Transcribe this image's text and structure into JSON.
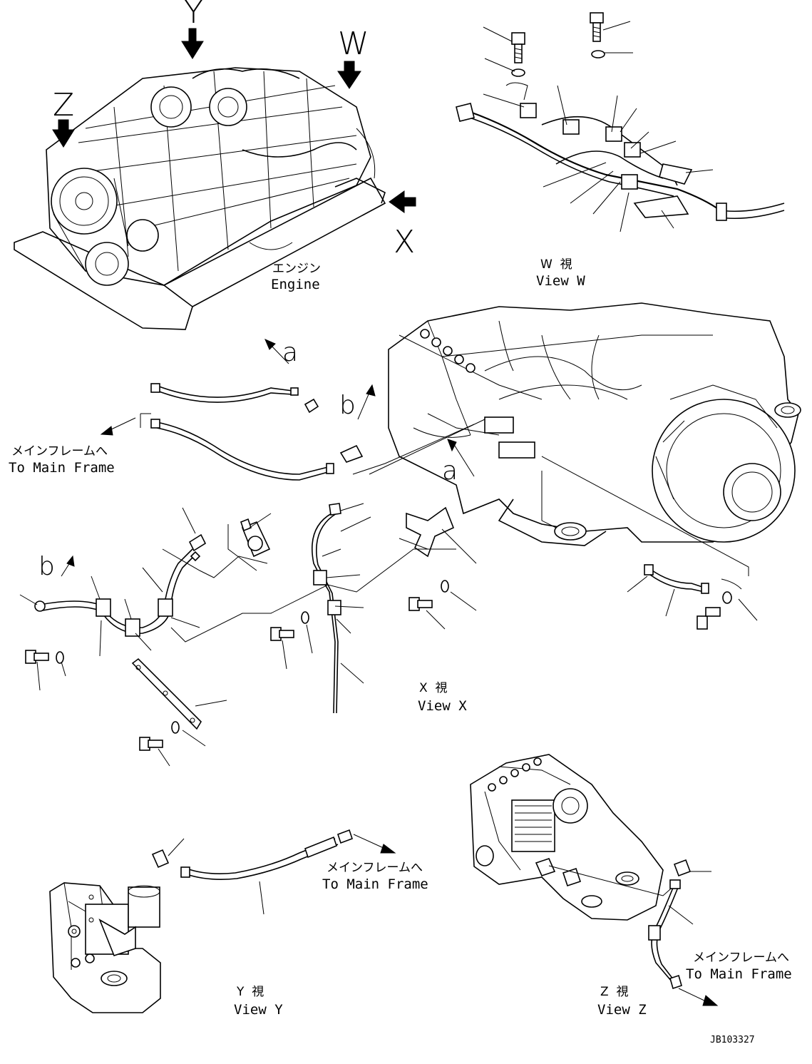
{
  "view_markers": {
    "W": "W",
    "X": "X",
    "Y": "Y",
    "Z": "Z"
  },
  "ref_letters": {
    "a1": "a",
    "a2": "a",
    "b1": "b",
    "b2": "b"
  },
  "engine_label": {
    "jp": "エンジン",
    "en": "Engine"
  },
  "view_captions": {
    "W": {
      "jp": "W  視",
      "en": "View W"
    },
    "X": {
      "jp": "X  視",
      "en": "View X"
    },
    "Y": {
      "jp": "Y  視",
      "en": "View Y"
    },
    "Z": {
      "jp": "Z  視",
      "en": "View Z"
    }
  },
  "to_main_frame": {
    "jp": "メインフレームへ",
    "en": "To Main Frame"
  },
  "drawing_number": "JB103327"
}
